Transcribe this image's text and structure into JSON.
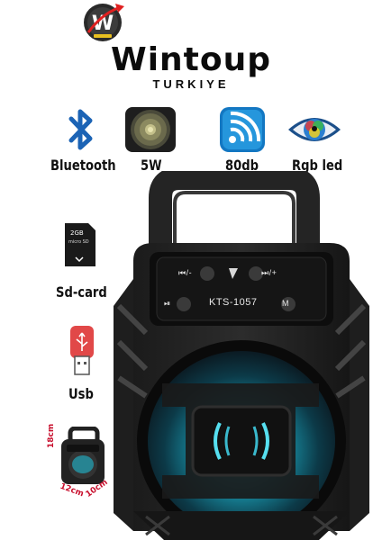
{
  "brand": {
    "name": "Wintoup",
    "country": "TURKIYE",
    "accent_color": "#e02020"
  },
  "features_top": [
    {
      "icon": "bluetooth-icon",
      "label": "Bluetooth"
    },
    {
      "icon": "speaker-woofer-icon",
      "label": "5W"
    },
    {
      "icon": "wireless-signal-icon",
      "label": "80db"
    },
    {
      "icon": "rgb-eye-icon",
      "label": "Rgb led"
    }
  ],
  "features_side": [
    {
      "icon": "sd-card-icon",
      "label": "Sd-card",
      "card_text": "2GB",
      "card_sub": "micro SD"
    },
    {
      "icon": "usb-drive-icon",
      "label": "Usb"
    }
  ],
  "product": {
    "model": "KTS-1057",
    "button_labels": {
      "prev": "⏮/-",
      "next": "⏭/+",
      "play": "⏯",
      "mode": "M"
    },
    "light_color": "#1ec6e0"
  },
  "dimensions": {
    "height": "18cm",
    "depth": "12cm",
    "width": "10cm"
  }
}
